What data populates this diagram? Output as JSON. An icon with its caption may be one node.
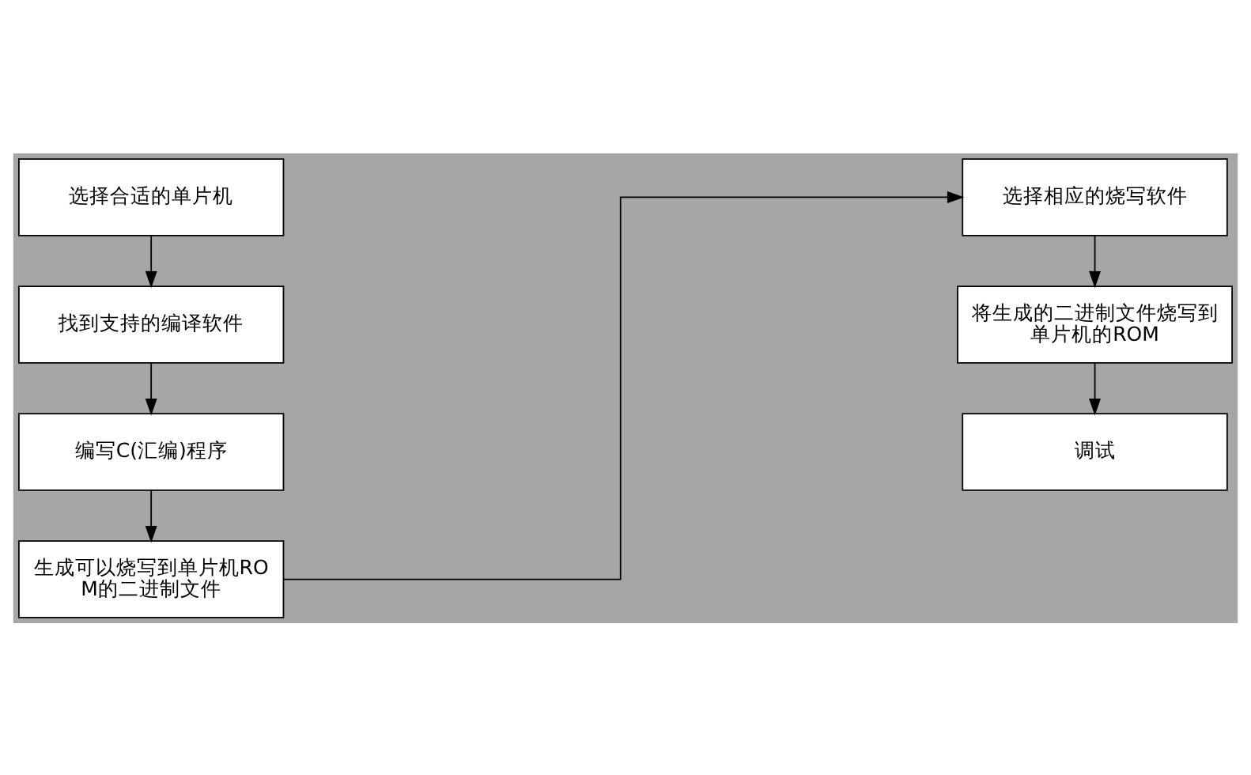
{
  "diagram": {
    "nodes": [
      {
        "text": [
          "选择合适的单片机"
        ]
      },
      {
        "text": [
          "找到支持的编译软件"
        ]
      },
      {
        "text": [
          "编写C(汇编)程序"
        ]
      },
      {
        "text": [
          "生成可以烧写到单片机ROM的二进制文件"
        ]
      },
      {
        "text": [
          "选择相应的烧写软件"
        ]
      },
      {
        "text": [
          "将生成的二进制文件烧写到单片机的ROM"
        ]
      },
      {
        "text": [
          "调试"
        ]
      }
    ],
    "edges": [
      {
        "from": 0,
        "to": 1,
        "arrow": "to"
      },
      {
        "from": 1,
        "to": 2,
        "arrow": "to"
      },
      {
        "from": 2,
        "to": 3,
        "arrow": "to"
      },
      {
        "from": 3,
        "to": 4,
        "arrow": "to"
      },
      {
        "from": 4,
        "to": 5,
        "arrow": "to"
      },
      {
        "from": 5,
        "to": 6,
        "arrow": "to"
      }
    ]
  }
}
